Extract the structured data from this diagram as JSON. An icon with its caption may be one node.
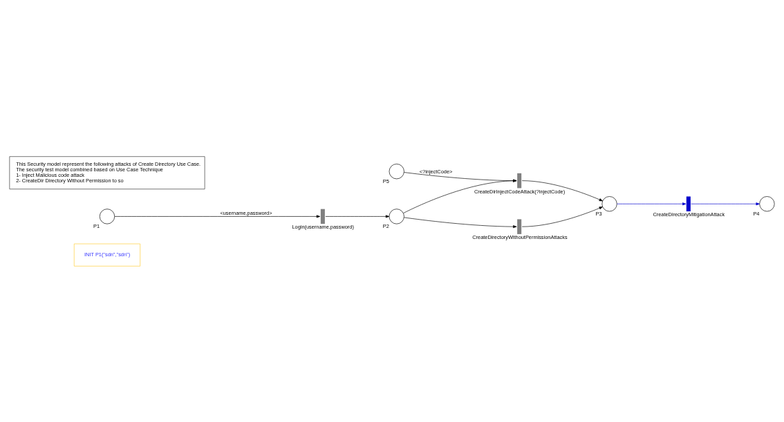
{
  "diagram": {
    "nodes": [
      {
        "text": [
          "INIT P1(\"sdn\",\"sdn\")"
        ]
      },
      {
        "text": [],
        "shape": "circle",
        "beside": [
          "P5"
        ]
      },
      {
        "text": [],
        "shape": "bar",
        "beside": [
          "CreateDirInjectCodeAttack(?injectCode)"
        ]
      },
      {
        "text": [],
        "shape": "circle",
        "beside": [
          "P1"
        ]
      },
      {
        "text": [],
        "shape": "bar",
        "beside": [
          "Login(username,password)"
        ]
      },
      {
        "text": [],
        "shape": "circle",
        "beside": [
          "P2"
        ]
      },
      {
        "text": [],
        "shape": "circle",
        "beside": [
          "P3"
        ]
      },
      {
        "text": [],
        "shape": "bar",
        "beside": [
          "CreateDirectoryMitigationAttack"
        ]
      },
      {
        "text": [],
        "shape": "circle",
        "beside": [
          "P4"
        ]
      },
      {
        "text": [],
        "shape": "bar",
        "beside": [
          "CreateDirectoryWithoutPermissionAttacks"
        ]
      },
      {
        "text": [
          "This Security model represent the following attacks of Create Directory Use Case.",
          "The security test model combined based on Use Case Technique",
          "1- Inject Malicious code attack",
          "2- CreateDir Directory Without Permission to so"
        ]
      }
    ],
    "edges": [
      {
        "from": 3,
        "to": 4,
        "arrow": "to",
        "label": "<username,password>"
      },
      {
        "from": 4,
        "to": 5,
        "arrow": "to"
      },
      {
        "from": 5,
        "to": 2,
        "arrow": "to"
      },
      {
        "from": 5,
        "to": 9,
        "arrow": "to"
      },
      {
        "from": 1,
        "to": 2,
        "arrow": "to",
        "label": "<?injectCode>"
      },
      {
        "from": 2,
        "to": 6,
        "arrow": "to"
      },
      {
        "from": 9,
        "to": 6,
        "arrow": "to"
      },
      {
        "from": 6,
        "to": 7,
        "arrow": "to",
        "color": "#0000cc"
      },
      {
        "from": 7,
        "to": 8,
        "arrow": "to",
        "color": "#0000cc"
      }
    ]
  }
}
